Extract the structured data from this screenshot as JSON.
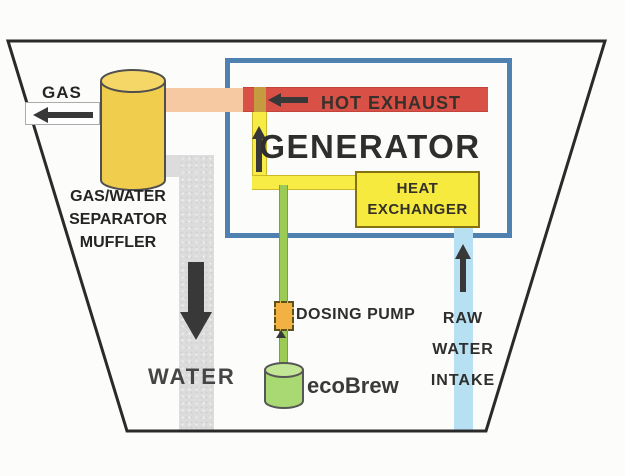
{
  "labels": {
    "gas": "GAS",
    "hot_exhaust": "HOT EXHAUST",
    "generator": "GENERATOR",
    "heat_exchanger": [
      "HEAT",
      "EXCHANGER"
    ],
    "separator": [
      "GAS/WATER",
      "SEPARATOR",
      "MUFFLER"
    ],
    "water": "WATER",
    "dosing_pump": "DOSING PUMP",
    "ecobrew": "ecoBrew",
    "raw_water_intake": [
      "RAW",
      "WATER",
      "INTAKE"
    ]
  },
  "colors": {
    "hull_outline": "#2a2a2a",
    "enclosure_blue": "#4e81b0",
    "exhaust_red": "#d85046",
    "exhaust_pipe_peach": "#f6c9a2",
    "pipe_yellow": "#f7ec45",
    "pipe_cross_olive": "#c49b3e",
    "separator_gold": "#f1cd4e",
    "separator_gold_top": "#f4d766",
    "heat_exchanger_yellow": "#f6ea3e",
    "water_pipe_gray": "#dcdcdc",
    "feed_line_green": "#9ccb55",
    "dosing_pump_orange": "#f1b243",
    "ecobrew_green": "#a8d973",
    "ecobrew_green_top": "#c3e596",
    "raw_water_blue": "#b7e1f3",
    "arrow_dark": "#383838",
    "cylinder_stroke": "#4f4f4f"
  }
}
